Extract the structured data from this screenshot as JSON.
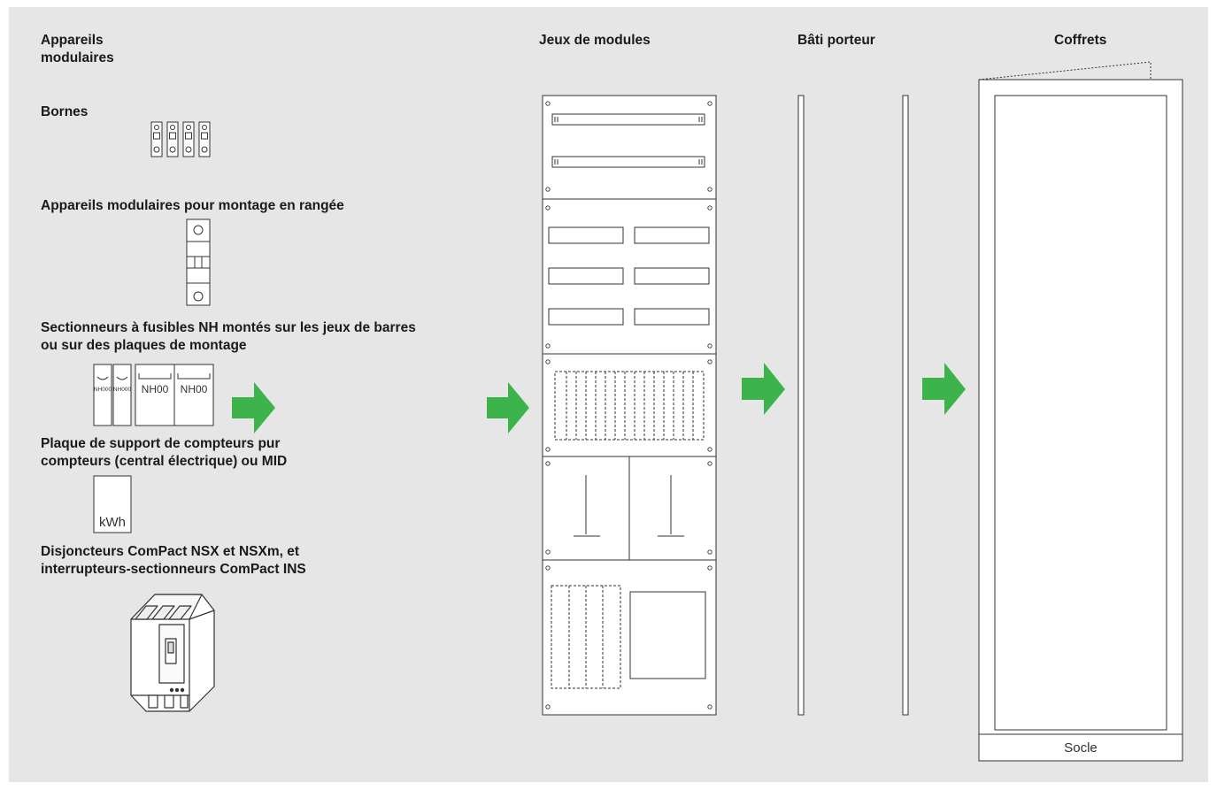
{
  "sections": {
    "modular_devices": {
      "line1": "Appareils",
      "line2": "modulaires"
    },
    "module_sets": "Jeux de modules",
    "support_frame": "Bâti porteur",
    "enclosures": "Coffrets"
  },
  "items": {
    "terminals": "Bornes",
    "row_devices": "Appareils modulaires pour montage en rangée",
    "nh_fuse": {
      "line1": "Sectionneurs à fusibles NH montés sur les jeux de barres",
      "line2": "ou sur des plaques de montage"
    },
    "meter_plate": {
      "line1": "Plaque de support de compteurs pur",
      "line2": "compteurs (central électrique) ou MID"
    },
    "breakers": {
      "line1": "Disjoncteurs ComPact NSX et NSXm, et",
      "line2": "interrupteurs-sectionneurs ComPact INS"
    }
  },
  "device_labels": {
    "nh_small_1": "NH000",
    "nh_small_2": "NH000",
    "nh_large_1": "NH00",
    "nh_large_2": "NH00",
    "kwh": "kWh",
    "socle": "Socle"
  },
  "colors": {
    "background": "#e6e6e6",
    "arrow": "#3cb44b",
    "line": "#333333"
  }
}
